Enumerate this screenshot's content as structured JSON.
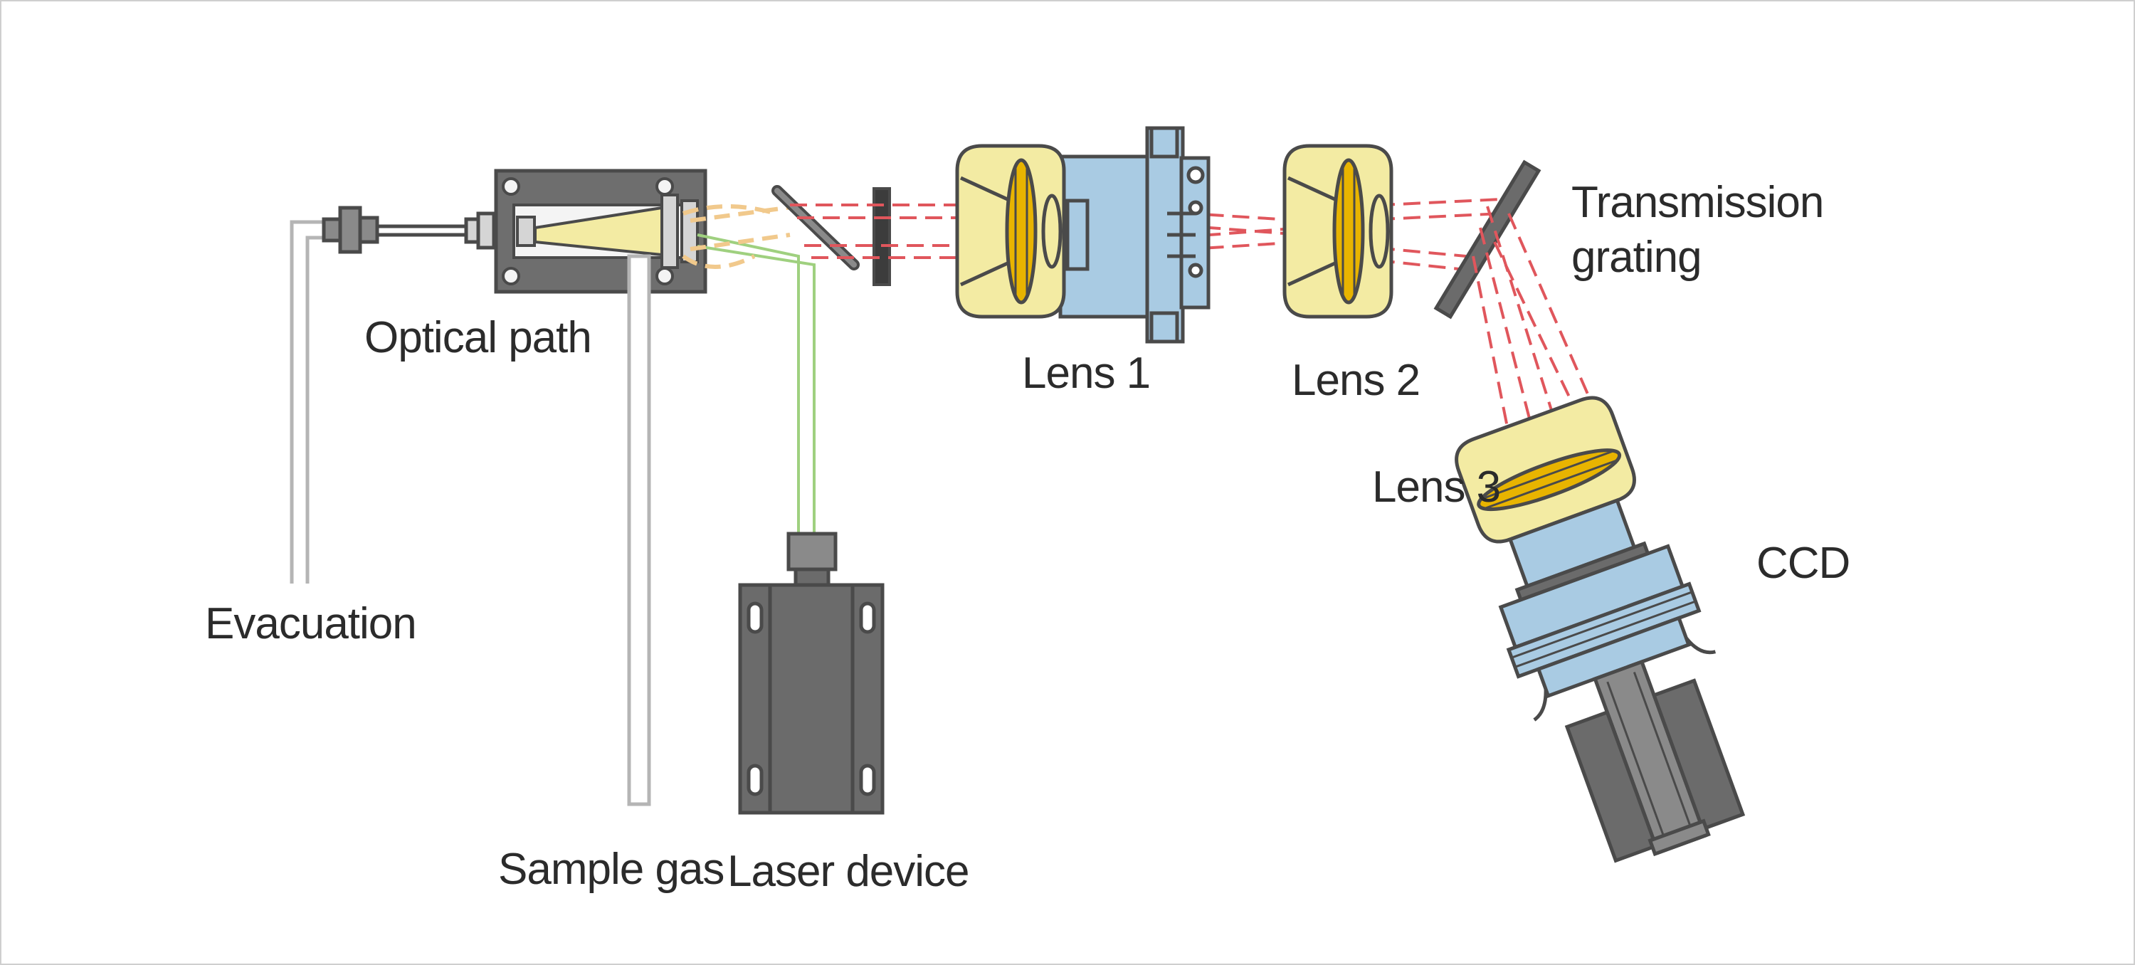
{
  "labels": {
    "optical_path": "Optical path",
    "evacuation": "Evacuation",
    "sample_gas": "Sample gas",
    "laser_device": "Laser device",
    "lens1": "Lens 1",
    "lens2": "Lens 2",
    "lens3": "Lens 3",
    "transmission_line1": "Transmission",
    "transmission_line2": "grating",
    "ccd": "CCD"
  },
  "colors": {
    "outline": "#4a4a4a",
    "lens_housing": "#f3eba3",
    "lens_glass": "#e8b400",
    "body_blue": "#a9cbe3",
    "device_gray": "#6b6b6b",
    "light_gray": "#bdbdbd",
    "beam_red": "#e0565c",
    "beam_orange": "#f1c98c",
    "beam_green": "#9fd07f",
    "label_text": "#2b2b2b"
  }
}
